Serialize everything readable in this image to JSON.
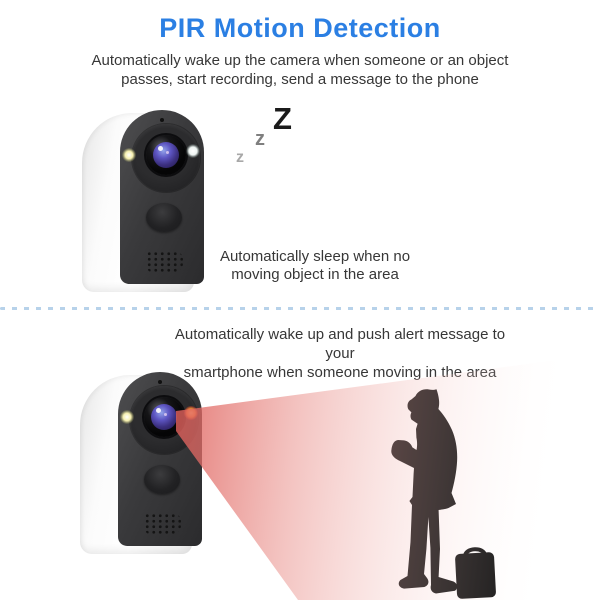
{
  "header": {
    "title": "PIR Motion Detection",
    "subtitle_line1": "Automatically wake up the camera when someone or an object",
    "subtitle_line2": "passes, start recording, send a message to the phone"
  },
  "sleep_section": {
    "zzz": {
      "large": "Z",
      "medium": "z",
      "small": "z"
    },
    "caption_line1": "Automatically sleep when no",
    "caption_line2": "moving object in the area"
  },
  "alert_section": {
    "caption_line1": "Automatically wake up and push alert message to your",
    "caption_line2": "smartphone when someone moving in the area"
  },
  "icons": {
    "camera_sleeping": "security-camera-sleeping",
    "camera_alert": "security-camera-alert",
    "beam": "pir-detection-beam",
    "person": "person-silhouette",
    "briefcase": "briefcase-silhouette"
  },
  "colors": {
    "title_blue": "#2b7fe3",
    "body_text": "#373737",
    "divider_blue": "#b7d2ea",
    "beam_red": "#df5f5a",
    "silhouette_black": "#0d0d0d",
    "camera_panel": "#3a3a3c",
    "led_warm": "#f6f0b0",
    "led_alert_orange": "#ef8f35",
    "lens_iris": "#5d55c2"
  }
}
